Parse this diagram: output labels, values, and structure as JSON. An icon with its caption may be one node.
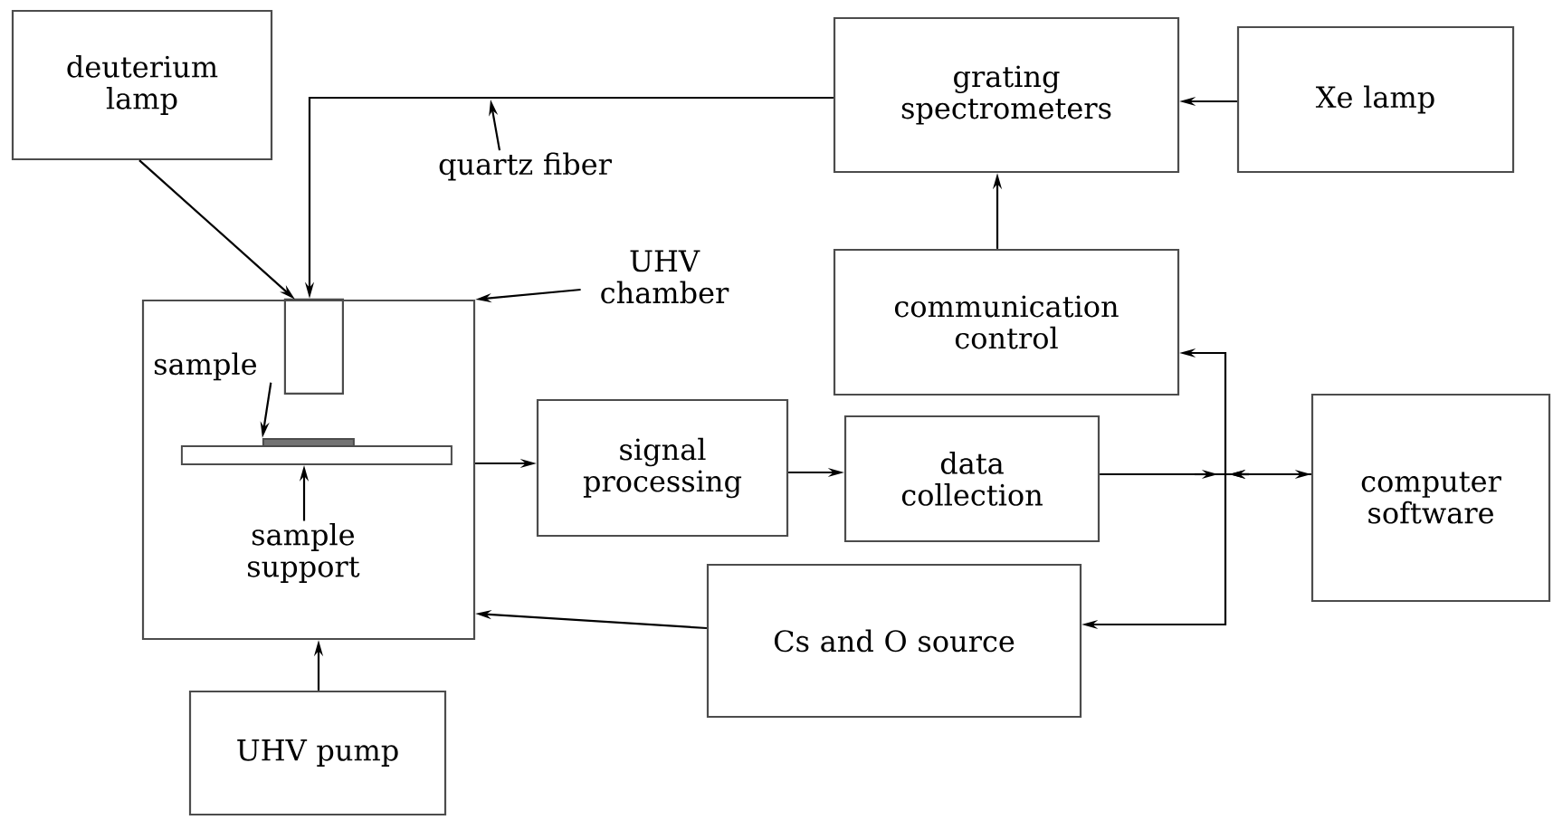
{
  "diagram": {
    "nodes": [
      {
        "text": [
          "deuterium lamp"
        ]
      },
      {
        "text": [
          "grating spectrometers"
        ]
      },
      {
        "text": [
          "Xe lamp"
        ]
      },
      {
        "text": [
          "quartz fiber"
        ]
      },
      {
        "text": [
          "UHV chamber"
        ]
      },
      {
        "text": [
          "communication control"
        ]
      },
      {
        "text": [],
        "shape": "box"
      },
      {
        "text": [],
        "shape": "box",
        "in": 6
      },
      {
        "text": [
          "sample"
        ],
        "in": 6
      },
      {
        "text": [],
        "shape": "bar",
        "in": 6
      },
      {
        "text": [],
        "shape": "bar",
        "in": 6
      },
      {
        "text": [
          "sample support"
        ],
        "in": 6
      },
      {
        "text": [
          "signal processing"
        ]
      },
      {
        "text": [
          "data collection"
        ]
      },
      {
        "text": [
          "computer software"
        ]
      },
      {
        "text": [
          "Cs and O source"
        ]
      },
      {
        "text": [
          "UHV pump"
        ]
      }
    ],
    "edges": [
      {
        "from": 0,
        "to": 6,
        "arrow": "to"
      },
      {
        "from": 1,
        "to": 7,
        "arrow": "to"
      },
      {
        "from": 2,
        "to": 1,
        "arrow": "to"
      },
      {
        "from": 5,
        "to": 1,
        "arrow": "to"
      },
      {
        "from": 3,
        "to": null,
        "arrow": "to"
      },
      {
        "from": 4,
        "to": 6,
        "arrow": "to"
      },
      {
        "from": 8,
        "to": 9,
        "arrow": "to"
      },
      {
        "from": 11,
        "to": 10,
        "arrow": "to"
      },
      {
        "from": 6,
        "to": 12,
        "arrow": "to"
      },
      {
        "from": 12,
        "to": 13,
        "arrow": "to"
      },
      {
        "from": 13,
        "to": 14,
        "arrow": "to"
      },
      {
        "from": 14,
        "to": 5,
        "arrow": "to"
      },
      {
        "from": 14,
        "to": 15,
        "arrow": "to"
      },
      {
        "from": 15,
        "to": 6,
        "arrow": "to"
      },
      {
        "from": 16,
        "to": 6,
        "arrow": "to"
      }
    ]
  }
}
